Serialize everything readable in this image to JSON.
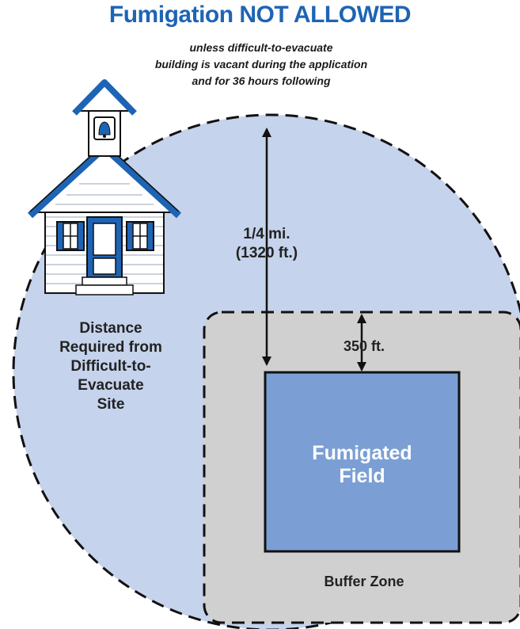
{
  "title": "Fumigation NOT ALLOWED",
  "subtitle": "unless difficult-to-evacuate\nbuilding is vacant during the application\nand for 36 hours following",
  "labels": {
    "distance_required": "Distance\nRequired from\nDifficult-to-\nEvacuate\nSite",
    "quarter_mile": "1/4 mi.\n(1320 ft.)",
    "buffer_distance": "350 ft.",
    "fumigated_field": "Fumigated\nField",
    "buffer_zone": "Buffer Zone"
  },
  "colors": {
    "title_blue": "#1e64b4",
    "circle_fill": "#c5d3ec",
    "buffer_fill": "#d0d0d0",
    "field_fill": "#7b9fd4",
    "house_blue": "#1e64b4"
  },
  "icons": {
    "school": "schoolhouse-icon",
    "bell": "bell-icon"
  }
}
